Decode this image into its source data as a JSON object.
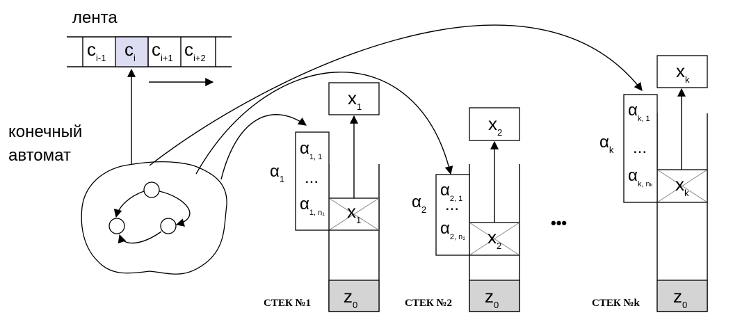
{
  "tape": {
    "label": "лента",
    "cells": [
      {
        "base": "c",
        "sub": "i-1"
      },
      {
        "base": "c",
        "sub": "i"
      },
      {
        "base": "c",
        "sub": "i+1"
      },
      {
        "base": "c",
        "sub": "i+2"
      }
    ]
  },
  "automaton": {
    "label_line1": "конечный",
    "label_line2": "автомат"
  },
  "stacks": [
    {
      "caption": "СТЕК №1",
      "bottom": {
        "base": "z",
        "sub": "0"
      },
      "top_symbol": {
        "base": "x",
        "sub": "1"
      },
      "pushed": {
        "base": "x",
        "sub": "1"
      },
      "group_label": {
        "base": "α",
        "sub": "1"
      },
      "alpha_first": {
        "base": "α",
        "sub": "1, 1"
      },
      "alpha_last": {
        "base": "α",
        "sub": "1, n₁"
      },
      "dots": "..."
    },
    {
      "caption": "СТЕК №2",
      "bottom": {
        "base": "z",
        "sub": "0"
      },
      "top_symbol": {
        "base": "x",
        "sub": "2"
      },
      "pushed": {
        "base": "x",
        "sub": "2"
      },
      "group_label": {
        "base": "α",
        "sub": "2"
      },
      "alpha_first": {
        "base": "α",
        "sub": "2, 1"
      },
      "alpha_last": {
        "base": "α",
        "sub": "2, n₂"
      },
      "dots": "..."
    },
    {
      "caption": "СТЕК №k",
      "bottom": {
        "base": "z",
        "sub": "0"
      },
      "top_symbol": {
        "base": "x",
        "sub": "k"
      },
      "pushed": {
        "base": "x",
        "sub": "k"
      },
      "group_label": {
        "base": "α",
        "sub": "k"
      },
      "alpha_first": {
        "base": "α",
        "sub": "k, 1"
      },
      "alpha_last": {
        "base": "α",
        "sub": "k, nₖ"
      },
      "dots": "..."
    }
  ],
  "between_stacks": "•••",
  "colors": {
    "current_cell": "#dcdcf2",
    "stack_bottom": "#d4d4d4",
    "line": "#000000"
  }
}
